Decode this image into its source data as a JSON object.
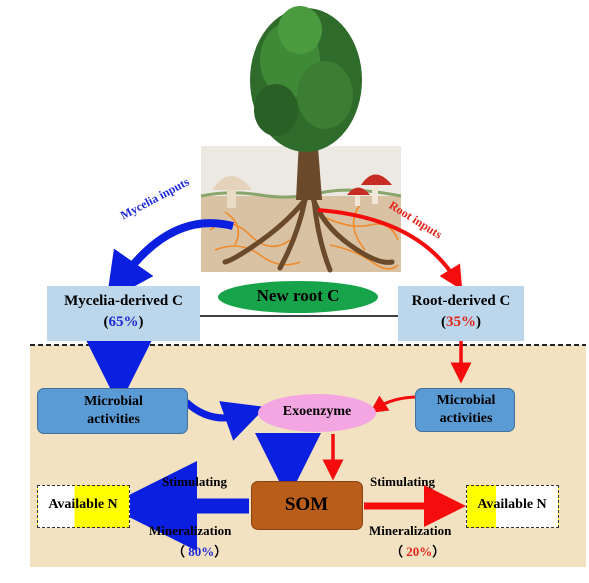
{
  "labels": {
    "mycelia_inputs": "Mycelia inputs",
    "root_inputs": "Root inputs",
    "new_root_c": "New root C",
    "mycelia_derived_title": "Mycelia-derived C",
    "mycelia_derived_pct": "65%",
    "root_derived_title": "Root-derived C",
    "root_derived_pct": "35%",
    "microbial_left": "Microbial activities",
    "microbial_right": "Microbial activities",
    "exoenzyme": "Exoenzyme",
    "som": "SOM",
    "stimulating_left": "Stimulating",
    "stimulating_right": "Stimulating",
    "mineralization_left": "Mineralization",
    "mineralization_right": "Mineralization",
    "pct_left": "80%",
    "pct_right": "20%",
    "available_n_left": "Available N",
    "available_n_right": "Available N"
  },
  "colors": {
    "blue_arrow": "#0a1fe0",
    "red_arrow": "#f50d0d",
    "soil": "#f2e2c2",
    "light_box": "#bcd7ec",
    "microbial_box": "#5b9bd5",
    "exoenzyme": "#f4a6e2",
    "new_root_c": "#17a34a",
    "som": "#b95d1a",
    "yellow": "#ffff00"
  }
}
